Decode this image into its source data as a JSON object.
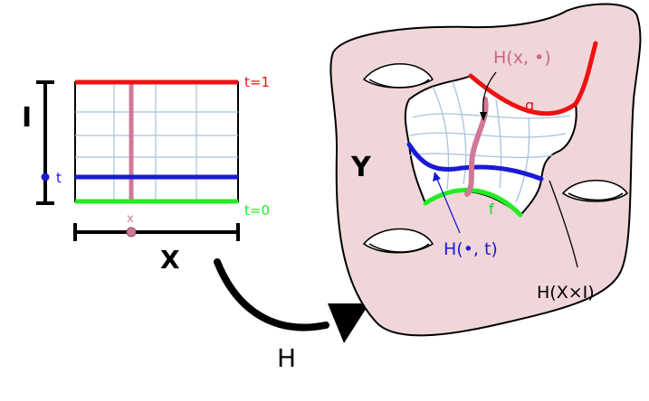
{
  "labels": {
    "t_top": "t=1",
    "t_bottom": "t=0",
    "t_param": "t",
    "x_param": "x",
    "I_axis": "I",
    "X_axis": "X",
    "map_name": "H",
    "space_Y": "Y",
    "path_x": "H(x, •)",
    "curve_t": "H(•, t)",
    "curve_g": "g",
    "curve_f": "f",
    "image": "H(X×I)"
  },
  "colors": {
    "t1_line": "#ee1111",
    "t0_line": "#22ee22",
    "t_line": "#1a1ad6",
    "x_line": "#d07898",
    "grid": "#a9c2dd",
    "surface_fill": "#f0d6d8",
    "stroke": "#000000",
    "path_label": "#cc6688"
  }
}
